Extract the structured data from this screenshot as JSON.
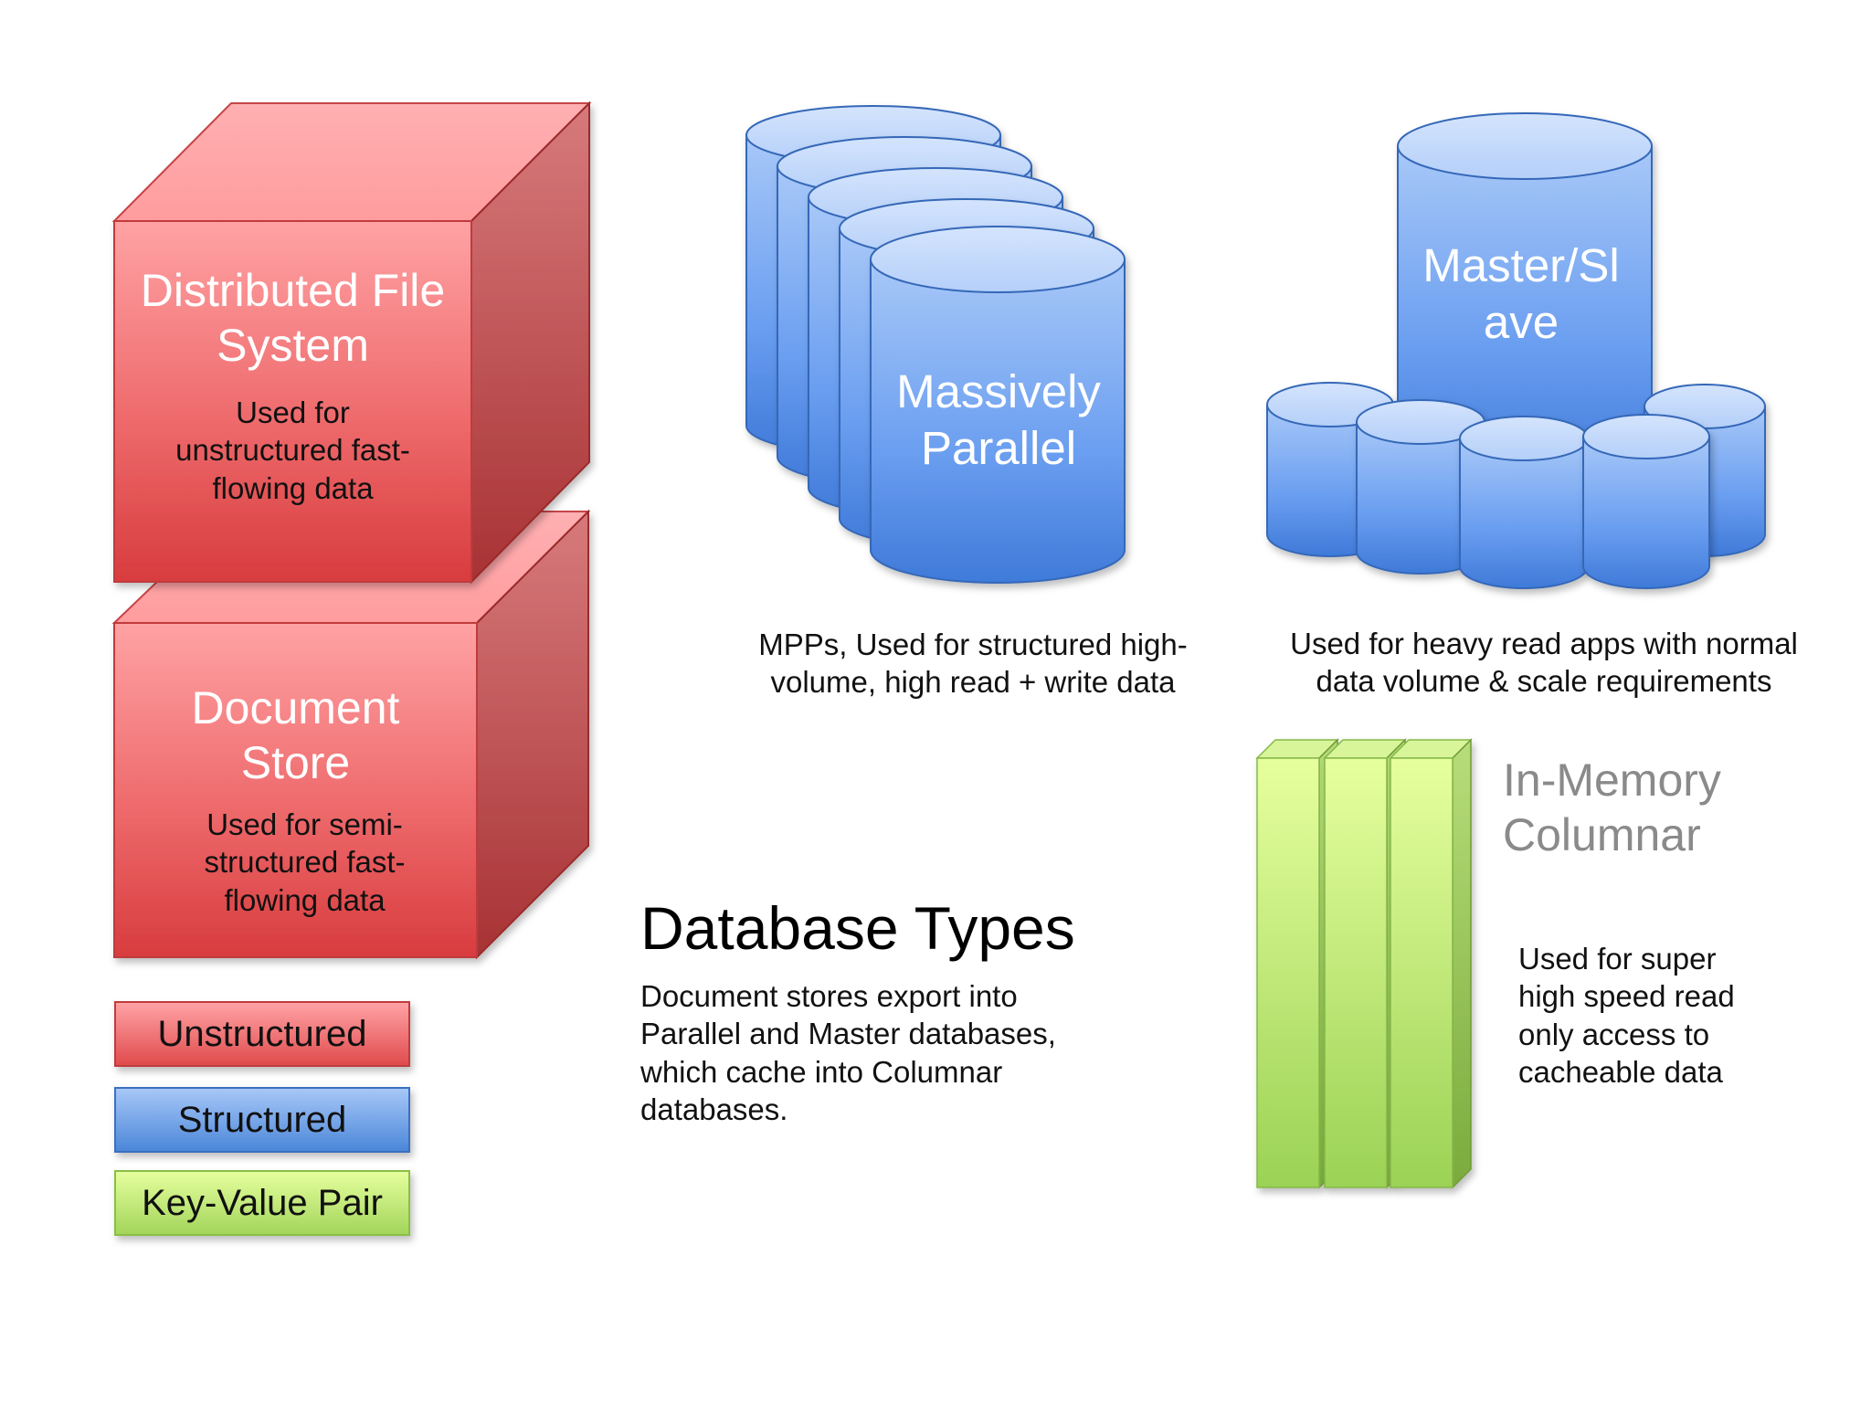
{
  "heading": "Database Types",
  "description_lines": [
    "Document stores export into",
    "Parallel and Master databases,",
    "which cache into Columnar",
    "databases."
  ],
  "blocks": {
    "distributed_file_system": {
      "title_lines": [
        "Distributed File",
        "System"
      ],
      "desc_lines": [
        "Used for",
        "unstructured fast-",
        "flowing data"
      ]
    },
    "document_store": {
      "title_lines": [
        "Document",
        "Store"
      ],
      "desc_lines": [
        "Used for semi-",
        "structured fast-",
        "flowing data"
      ]
    },
    "massively_parallel": {
      "title_lines": [
        "Massively",
        "Parallel"
      ],
      "caption_lines": [
        "MPPs, Used for structured high-",
        "volume, high read + write data"
      ]
    },
    "master_slave": {
      "title_lines": [
        "Master/Sl",
        "ave"
      ],
      "caption_lines": [
        "Used for heavy read apps with normal",
        "data volume & scale requirements"
      ]
    },
    "in_memory_columnar": {
      "title_lines": [
        "In-Memory",
        "Columnar"
      ],
      "desc_lines": [
        "Used for super",
        "high speed read",
        "only access to",
        "cacheable data"
      ]
    }
  },
  "legend": [
    {
      "label": "Unstructured",
      "color": "#e04a4a"
    },
    {
      "label": "Structured",
      "color": "#4a86d8"
    },
    {
      "label": "Key-Value Pair",
      "color": "#a6d65a"
    }
  ],
  "colors": {
    "red_front": "#e25050",
    "red_light": "#ff9ea0",
    "blue": "#5592e3",
    "blue_light": "#b5d2fb",
    "green": "#a9d860",
    "green_light": "#e2ff9c",
    "grey_text": "#8a8a8a"
  }
}
